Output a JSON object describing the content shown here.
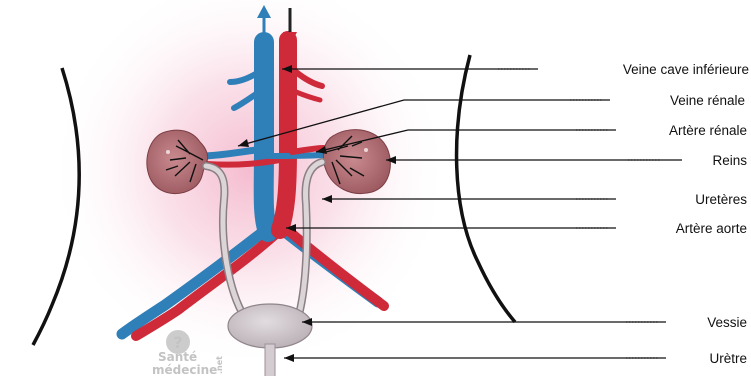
{
  "diagram": {
    "labels": {
      "veine_cave": "Veine cave inférieure",
      "veine_renale": "Veine rénale",
      "artere_renale": "Artère rénale",
      "reins": "Reins",
      "ureteres": "Uretères",
      "artere_aorte": "Artère aorte",
      "vessie": "Vessie",
      "uretre": "Urètre"
    },
    "watermark": {
      "logo_mark": "?",
      "line1": "Santé",
      "line2": "médecine",
      "suffix": ".net"
    },
    "colors": {
      "vein": "#2f7fb8",
      "artery": "#cf2a3a",
      "kidney": "#b87479",
      "bladder": "#ccc4c8",
      "ureter": "#dcd5d8",
      "glow": "#f4b8cd"
    }
  }
}
